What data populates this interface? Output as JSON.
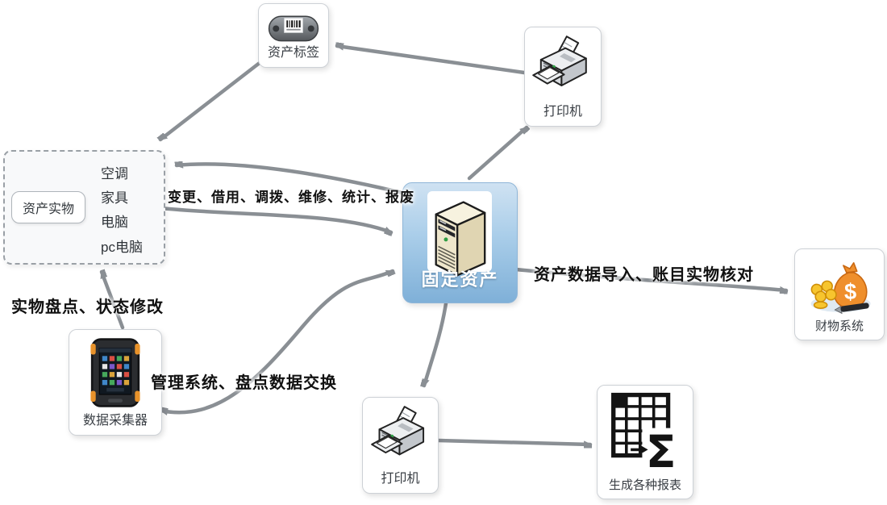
{
  "nodes": {
    "asset_tag": {
      "label": "资产标签",
      "icon": "rfid-tag-icon"
    },
    "printer_top": {
      "label": "打印机",
      "icon": "printer-icon"
    },
    "asset_group": {
      "root_label": "资产实物",
      "items": [
        "空调",
        "家具",
        "电脑",
        "pc电脑"
      ]
    },
    "fixed_asset": {
      "label": "固定资产",
      "icon": "server-icon"
    },
    "finance": {
      "label": "财物系统",
      "icon": "money-bag-icon"
    },
    "collector": {
      "label": "数据采集器",
      "icon": "handheld-terminal-icon"
    },
    "printer_bottom": {
      "label": "打印机",
      "icon": "printer-icon"
    },
    "report": {
      "label": "生成各种报表",
      "icon": "spreadsheet-sigma-icon"
    }
  },
  "edge_labels": {
    "operations": "变更、借用、调拨、维修、统计、报废",
    "inventory": "实物盘点、状态修改",
    "exchange": "管理系统、盘点数据交换",
    "import_check": "资产数据导入、账目实物核对"
  },
  "colors": {
    "arrow": "#8a8f94",
    "node_border": "#cdd1d6",
    "center_gradient_top": "#cfe2f2",
    "center_gradient_bottom": "#7fb0d8",
    "center_text": "#ffffff",
    "label_text": "#111111"
  }
}
